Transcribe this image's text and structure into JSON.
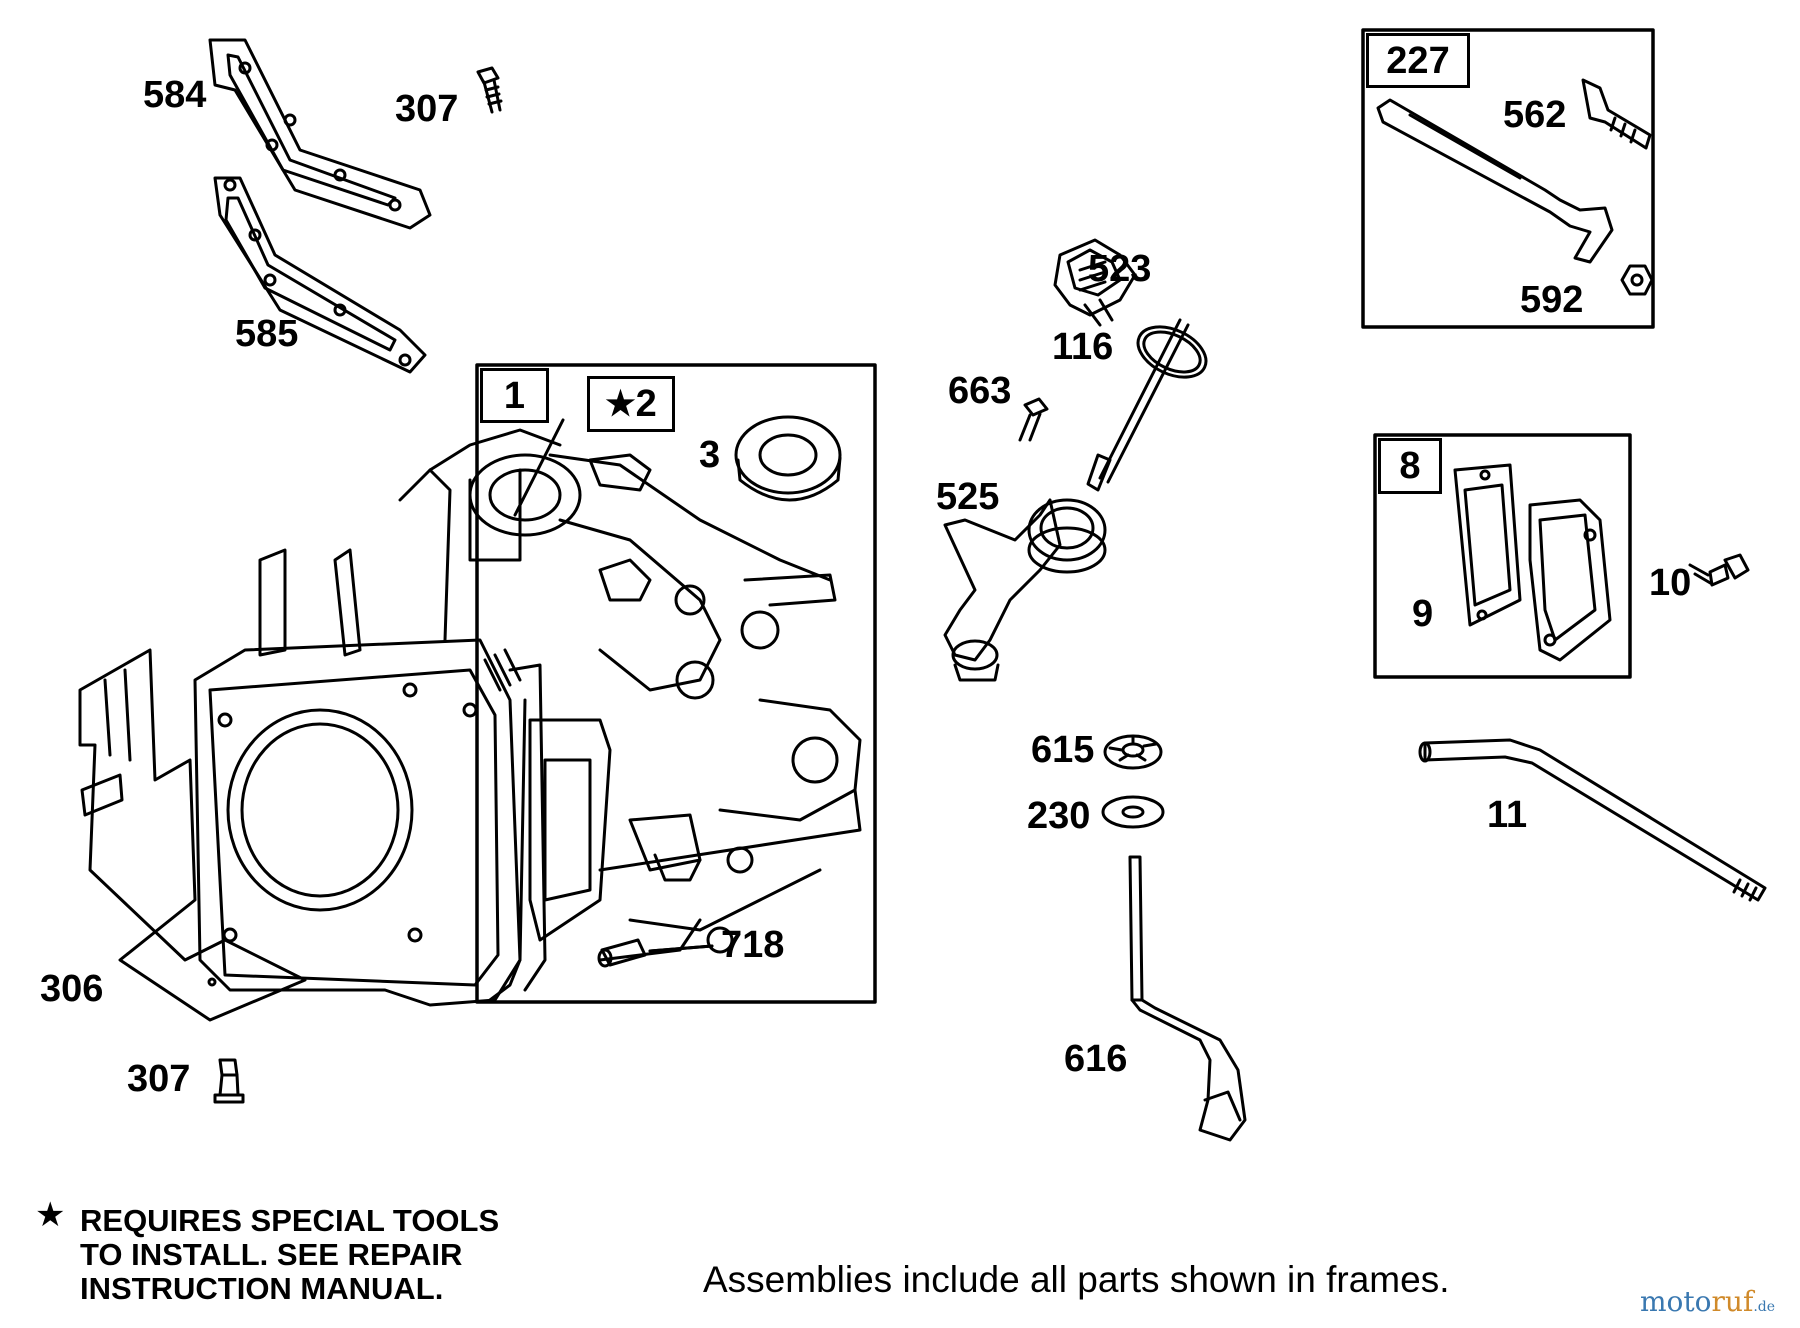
{
  "callouts": {
    "c584": "584",
    "c307a": "307",
    "c585": "585",
    "c227": "227",
    "c562": "562",
    "c592": "592",
    "c523": "523",
    "c116": "116",
    "c663": "663",
    "c525": "525",
    "c1": "1",
    "c2": "2",
    "c3": "3",
    "c8": "8",
    "c9": "9",
    "c10": "10",
    "c615": "615",
    "c230": "230",
    "c11": "11",
    "c718": "718",
    "c306": "306",
    "c307b": "307",
    "c616": "616"
  },
  "note": {
    "star": "★",
    "line1": "REQUIRES SPECIAL TOOLS",
    "line2": "TO INSTALL.  SEE REPAIR",
    "line3": "INSTRUCTION MANUAL."
  },
  "frame2_star": "★",
  "footer": "Assemblies include all parts shown in frames.",
  "watermark": {
    "part1": "moto",
    "part2": "ruf",
    "part3": ".de"
  },
  "colors": {
    "line": "#000000",
    "watermark_blue": "#3a78b0",
    "watermark_orange": "#d08a2a"
  }
}
